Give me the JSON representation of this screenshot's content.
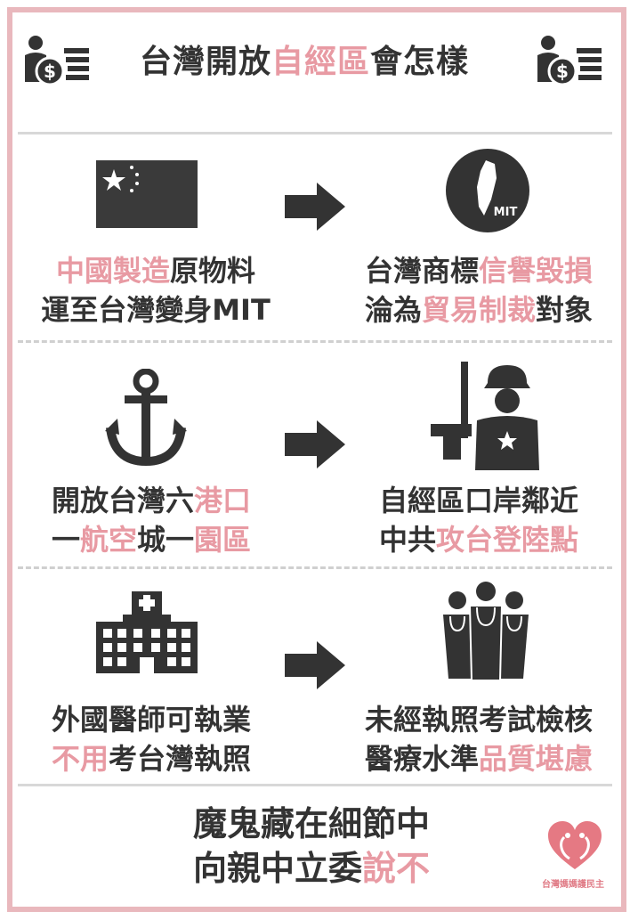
{
  "colors": {
    "accent": "#e89aa3",
    "dark": "#333333",
    "border": "#e9b8bd"
  },
  "title": {
    "part1": "台灣開放",
    "part2": "自經區",
    "part3": "會怎樣"
  },
  "icons": [
    "money-man-icon",
    "china-flag-icon",
    "taiwan-mit-icon",
    "anchor-icon",
    "soldier-icon",
    "hospital-icon",
    "doctors-icon",
    "arrow-right-icon",
    "heart-logo-icon"
  ],
  "rows": [
    {
      "left": {
        "line1": [
          {
            "t": "中國製造",
            "pink": true
          },
          {
            "t": "原物料",
            "pink": false
          }
        ],
        "line2": [
          {
            "t": "運至台灣變身MIT",
            "pink": false
          }
        ]
      },
      "right": {
        "line1": [
          {
            "t": "台灣商標",
            "pink": false
          },
          {
            "t": "信譽毀損",
            "pink": true
          }
        ],
        "line2": [
          {
            "t": "淪為",
            "pink": false
          },
          {
            "t": "貿易制裁",
            "pink": true
          },
          {
            "t": "對象",
            "pink": false
          }
        ]
      },
      "mit_label": "MIT"
    },
    {
      "left": {
        "line1": [
          {
            "t": "開放台灣六",
            "pink": false
          },
          {
            "t": "港口",
            "pink": true
          }
        ],
        "line2": [
          {
            "t": "一",
            "pink": false
          },
          {
            "t": "航空",
            "pink": true
          },
          {
            "t": "城一",
            "pink": false
          },
          {
            "t": "園區",
            "pink": true
          }
        ]
      },
      "right": {
        "line1": [
          {
            "t": "自經區口岸鄰近",
            "pink": false
          }
        ],
        "line2": [
          {
            "t": "中共",
            "pink": false
          },
          {
            "t": "攻台登陸點",
            "pink": true
          }
        ]
      }
    },
    {
      "left": {
        "line1": [
          {
            "t": "外國醫師可執業",
            "pink": false
          }
        ],
        "line2": [
          {
            "t": "不用",
            "pink": true
          },
          {
            "t": "考台灣執照",
            "pink": false
          }
        ]
      },
      "right": {
        "line1": [
          {
            "t": "未經執照考試檢核",
            "pink": false
          }
        ],
        "line2": [
          {
            "t": "醫療水準",
            "pink": false
          },
          {
            "t": "品質堪慮",
            "pink": true
          }
        ]
      }
    }
  ],
  "bottom": {
    "line1": "魔鬼藏在細節中",
    "line2_a": "向親中立委",
    "line2_b": "說不"
  },
  "logo": {
    "text": "台灣媽媽護民主"
  }
}
